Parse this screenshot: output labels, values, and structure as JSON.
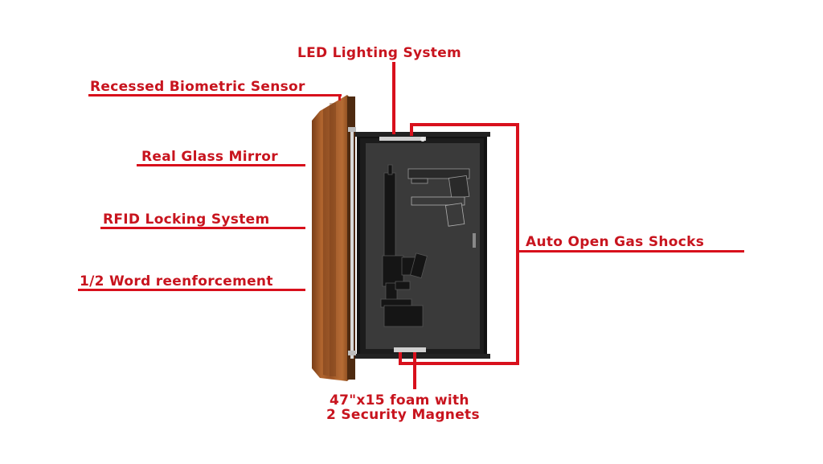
{
  "labels": {
    "led": "LED Lighting System",
    "biometric": "Recessed Biometric Sensor",
    "mirror": "Real Glass Mirror",
    "rfid": "RFID Locking System",
    "reinforcement": "1/2 Word reenforcement",
    "gas_shocks": "Auto Open Gas Shocks",
    "foam_line1": "47\"x15 foam with",
    "foam_line2": "2 Security Magnets"
  },
  "colors": {
    "annotation": "#c8141e",
    "frame_wood": "#a0582a",
    "cabinet": "#1a1a1a",
    "foam": "#3a3a3a"
  }
}
